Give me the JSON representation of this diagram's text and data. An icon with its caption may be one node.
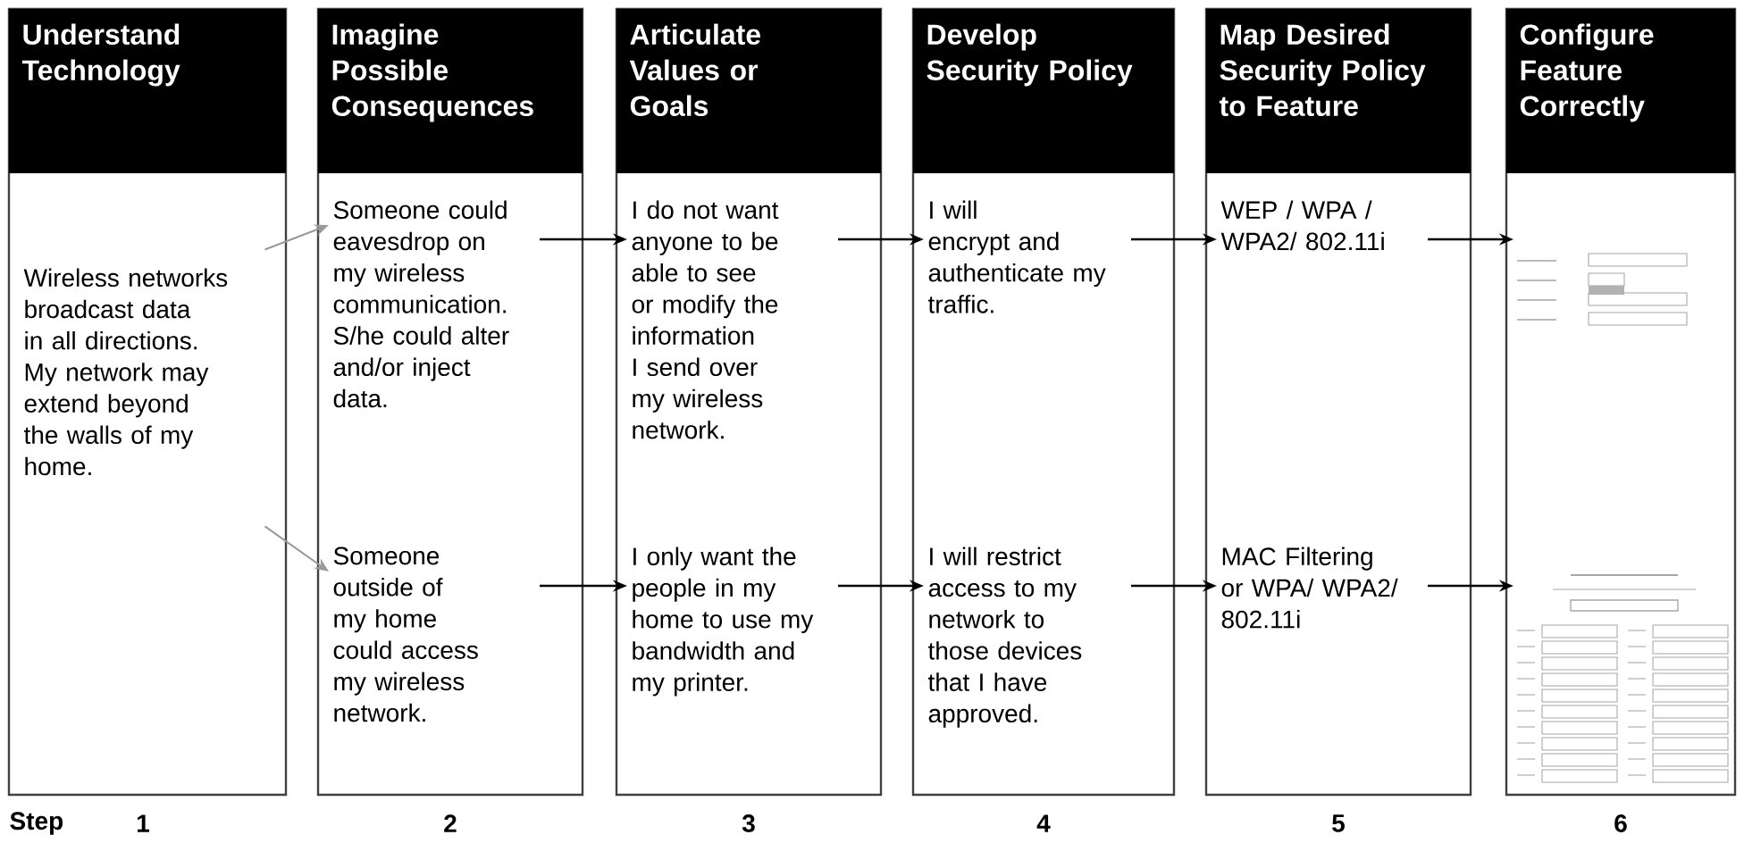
{
  "diagram": {
    "nodes": [
      {
        "text": [
          "Understand Technology",
          "Wireless networks broadcast data in all directions. My network may extend beyond the walls of my home."
        ]
      },
      {
        "text": [
          "Imagine Possible Consequences"
        ]
      },
      {
        "text": [
          "Someone could eavesdrop on my wireless communication. S/he could alter and/or inject data."
        ],
        "in": 1
      },
      {
        "text": [
          "Someone outside of my home could access my wireless network."
        ],
        "in": 1
      },
      {
        "text": [
          "Articulate Values or Goals"
        ]
      },
      {
        "text": [
          "I do not want anyone to be able to see or modify the information I send over my wireless network."
        ],
        "in": 4
      },
      {
        "text": [
          "I only want the people in my home to use my bandwidth and my printer."
        ],
        "in": 4
      },
      {
        "text": [
          "Develop Security Policy"
        ]
      },
      {
        "text": [
          "I will encrypt and authenticate my traffic."
        ],
        "in": 7
      },
      {
        "text": [
          "I will restrict access to my network to those devices that I have approved."
        ],
        "in": 7
      },
      {
        "text": [
          "Map Desired Security Policy to Feature"
        ]
      },
      {
        "text": [
          "WEP / WPA / WPA2/ 802.11i"
        ],
        "in": 10
      },
      {
        "text": [
          "MAC Filtering or WPA/ WPA2/ 802.11i"
        ],
        "in": 10
      },
      {
        "text": [
          "Configure Feature Correctly"
        ]
      },
      {
        "text": [],
        "shape": "picture",
        "in": 13
      },
      {
        "text": [],
        "shape": "picture",
        "in": 13
      }
    ],
    "edges": [
      {
        "from": 0,
        "to": 2,
        "arrow": "to",
        "color": "#9a9a9a"
      },
      {
        "from": 0,
        "to": 3,
        "arrow": "to",
        "color": "#9a9a9a"
      },
      {
        "from": 2,
        "to": 5,
        "arrow": "to"
      },
      {
        "from": 3,
        "to": 6,
        "arrow": "to"
      },
      {
        "from": 5,
        "to": 8,
        "arrow": "to"
      },
      {
        "from": 6,
        "to": 9,
        "arrow": "to"
      },
      {
        "from": 8,
        "to": 11,
        "arrow": "to"
      },
      {
        "from": 9,
        "to": 12,
        "arrow": "to"
      },
      {
        "from": 11,
        "to": 14,
        "arrow": "to"
      },
      {
        "from": 12,
        "to": 15,
        "arrow": "to"
      }
    ],
    "labels": [
      "Step",
      "1",
      "2",
      "3",
      "4",
      "5",
      "6"
    ]
  }
}
